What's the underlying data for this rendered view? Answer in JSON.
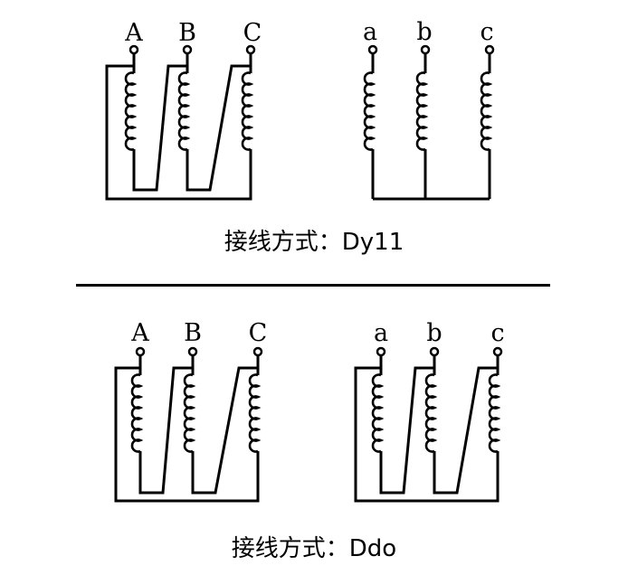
{
  "colors": {
    "line": "#000000",
    "text": "#000000",
    "background": "#ffffff"
  },
  "sections": [
    {
      "id": "dy11",
      "caption_label": "接线方式：",
      "caption_code": "Dy11",
      "primary": {
        "connection": "delta",
        "terminals": [
          "A",
          "B",
          "C"
        ]
      },
      "secondary": {
        "connection": "wye",
        "terminals": [
          "a",
          "b",
          "c"
        ]
      }
    },
    {
      "id": "ddo",
      "caption_label": "接线方式：",
      "caption_code": "Ddo",
      "primary": {
        "connection": "delta",
        "terminals": [
          "A",
          "B",
          "C"
        ]
      },
      "secondary": {
        "connection": "delta",
        "terminals": [
          "a",
          "b",
          "c"
        ]
      }
    }
  ]
}
